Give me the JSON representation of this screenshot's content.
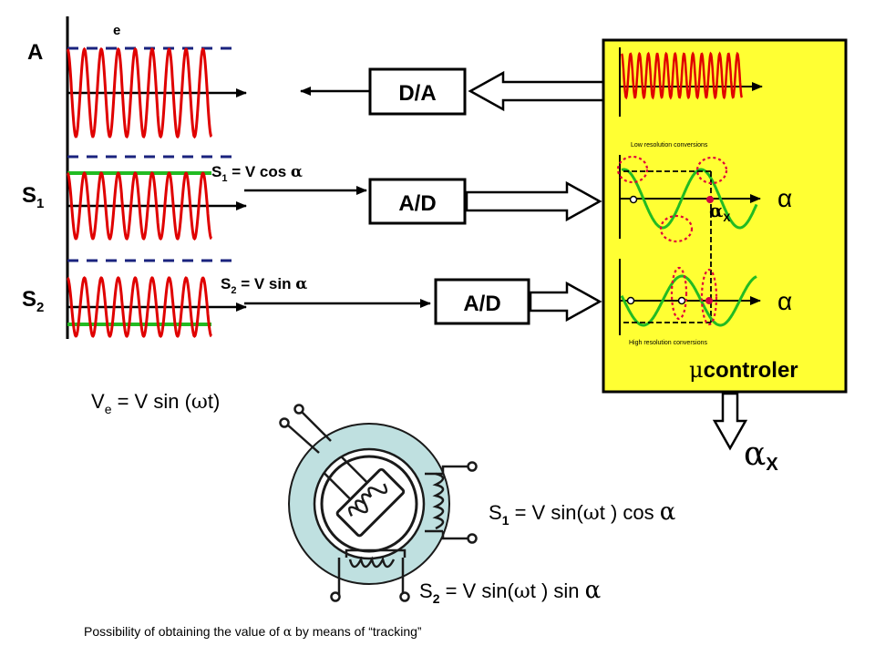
{
  "labels": {
    "e": "e",
    "A": "A",
    "S1": "S",
    "S1_sub": "1",
    "S2": "S",
    "S2_sub": "2",
    "s1_eq_pre": "S",
    "s1_eq_sub": "1",
    "s1_eq_post": " = V cos ",
    "s2_eq_pre": "S",
    "s2_eq_sub": "2",
    "s2_eq_post": " = V sin ",
    "alpha": "α",
    "omega": "ω",
    "mu": "μ"
  },
  "blocks": {
    "da": "D/A",
    "ad1": "A/D",
    "ad2": "A/D"
  },
  "controller": {
    "title": "controler",
    "low_res": "Low resolution conversions",
    "high_res": "High resolution conversions",
    "alpha_x_sub": "X",
    "colors": {
      "panel": "#ffff33",
      "carrier": "#e00000",
      "sine": "#22bb22",
      "marker": "#e0003a"
    }
  },
  "output": {
    "alpha_x_sub": "X"
  },
  "resolver": {
    "ve_pre": "V",
    "ve_sub": "e",
    "ve_post": " = V sin (",
    "ve_tail": "t)",
    "s1_pre": "S",
    "s1_sub": "1",
    "s1_post": " = V sin(",
    "s1_tail": "t ) cos ",
    "s2_pre": "S",
    "s2_sub": "2",
    "s2_post": " = V sin(",
    "s2_tail": "t ) sin ",
    "colors": {
      "ring": "#bfe0e0"
    }
  },
  "caption": {
    "pre": "Possibility of obtaining the value  of ",
    "post": " by means of “tracking”"
  },
  "colors": {
    "carrier": "#e00000",
    "envelope": "#22bb22",
    "dash": "#1a237e"
  }
}
